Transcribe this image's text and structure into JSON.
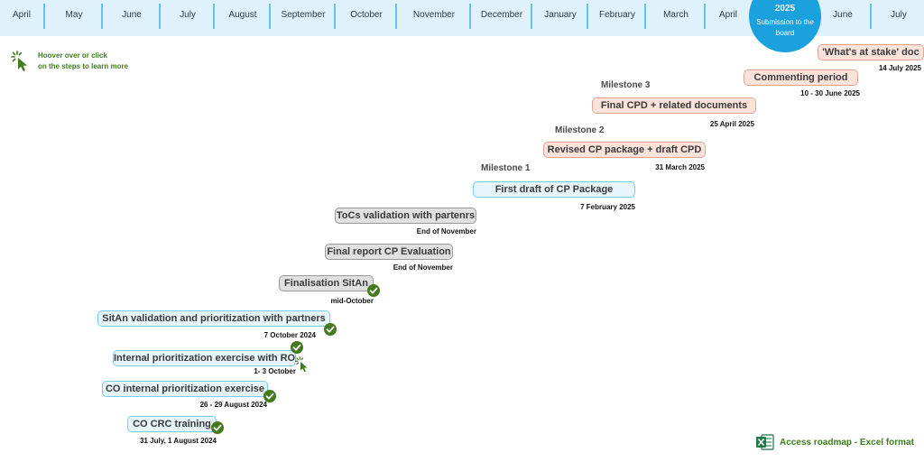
{
  "months": [
    "April",
    "May",
    "June",
    "July",
    "August",
    "September",
    "October",
    "November",
    "December",
    "January",
    "February",
    "March",
    "April",
    "June",
    "July"
  ],
  "submission": {
    "year": "2025",
    "label": "Submission to the board"
  },
  "hint": {
    "line1": "Hoover over or click",
    "line2": "on the steps to learn more"
  },
  "milestones": {
    "m1": "Milestone 1",
    "m2": "Milestone 2",
    "m3": "Milestone 3"
  },
  "steps": {
    "whats_at_stake": {
      "label": "'What's at stake' doc",
      "date": "14 July 2025"
    },
    "commenting": {
      "label": "Commenting period",
      "date": "10 - 30 June 2025"
    },
    "final_cpd": {
      "label": "Final CPD + related documents",
      "date": "25 April 2025"
    },
    "revised_cp": {
      "label": "Revised CP package + draft CPD",
      "date": "31 March 2025"
    },
    "first_draft": {
      "label": "First draft of CP Package",
      "date": "7 February 2025"
    },
    "tocs_validation": {
      "label": "ToCs validation with partenrs",
      "date": "End of November"
    },
    "final_report": {
      "label": "Final report CP Evaluation",
      "date": "End of November"
    },
    "finalisation_sitan": {
      "label": "Finalisation SitAn",
      "date": "mid-October"
    },
    "sitan_validation": {
      "label": "SitAn validation and prioritization with partners",
      "date": "7 October 2024"
    },
    "internal_ro": {
      "label": "Internal prioritization exercise with RO",
      "date": "1- 3 October"
    },
    "co_internal": {
      "label": "CO internal prioritization exercise",
      "date": "26 - 29 August 2024"
    },
    "co_crc": {
      "label": "CO CRC training",
      "date": "31 July, 1 August 2024"
    }
  },
  "excel_link": {
    "label": "Access roadmap - Excel format"
  },
  "colors": {
    "month_bar": "#dff1fa",
    "submission_circle": "#1ba1dd",
    "check": "#447a1d",
    "hint_text": "#3f7c1c",
    "blue_step": "#e6f5fc",
    "grey_step": "#e0e0e0",
    "pink_step": "#fbe3dc"
  },
  "icons": [
    "click-cursor-icon",
    "check-icon",
    "excel-icon"
  ]
}
